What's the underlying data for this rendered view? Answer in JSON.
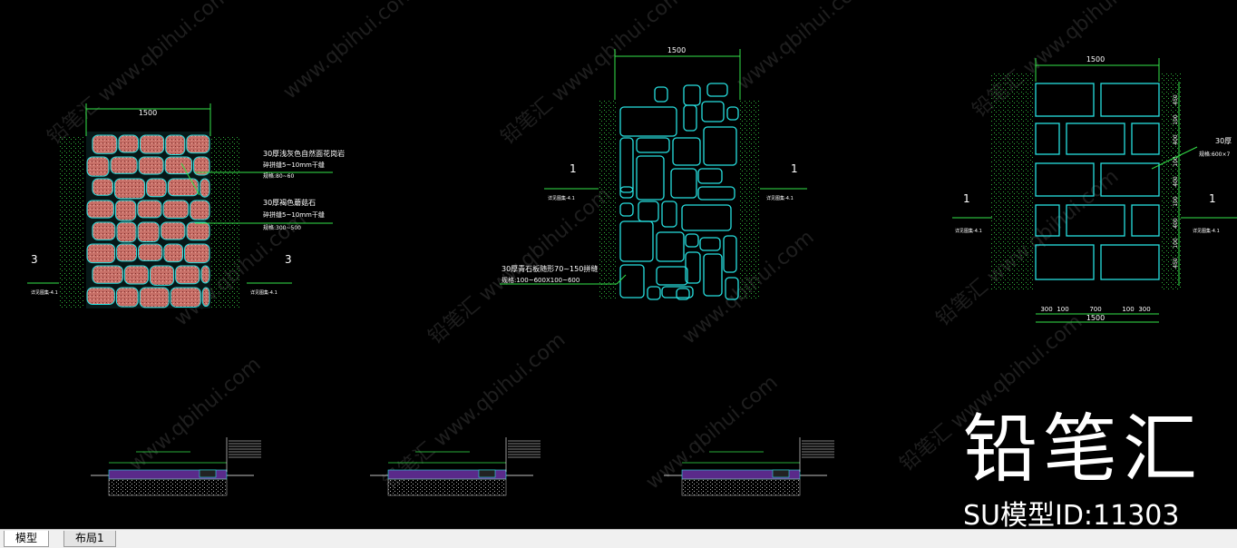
{
  "watermark": {
    "title": "铅笔汇",
    "model_id": "SU模型ID:11303",
    "repeating_url": "www.qbihui.com",
    "repeating_logo": "铅笔汇"
  },
  "tabs": {
    "model": "模型",
    "layout1": "布局1"
  },
  "panel_left": {
    "dim_width": "1500",
    "note1_line1": "30厚浅灰色自然面花岗岩",
    "note1_line2": "碎拼缝5~10mm干缝",
    "note1_line3": "规格:80~60",
    "note2_line1": "30厚褐色蘑菇石",
    "note2_line2": "碎拼缝5~10mm干缝",
    "note2_line3": "规格:300~500",
    "section_left": "3",
    "section_right": "3",
    "section_ref_left": "详见图集-4.1",
    "section_ref_right": "详见图集-4.1"
  },
  "panel_center": {
    "dim_width": "1500",
    "note_line1": "30厚青石板随形70~150拼缝",
    "note_line2": "规格:100~600X100~600",
    "section_left": "1",
    "section_right": "1",
    "section_ref_left": "详见图集-4.1",
    "section_ref_right": "详见图集-4.1"
  },
  "panel_right": {
    "dim_width_top": "1500",
    "dim_width_bottom": "1500",
    "bottom_dims": [
      "300",
      "100",
      "700",
      "100",
      "300"
    ],
    "side_dims": [
      "450",
      "100",
      "400",
      "100",
      "400",
      "100",
      "400",
      "100",
      "450"
    ],
    "note_line1": "30厚",
    "note_line2": "规格:600×7",
    "section_left": "1",
    "section_right": "1",
    "section_ref_left": "详见图集-4.1",
    "section_ref_right": "详见图集-4.1"
  }
}
